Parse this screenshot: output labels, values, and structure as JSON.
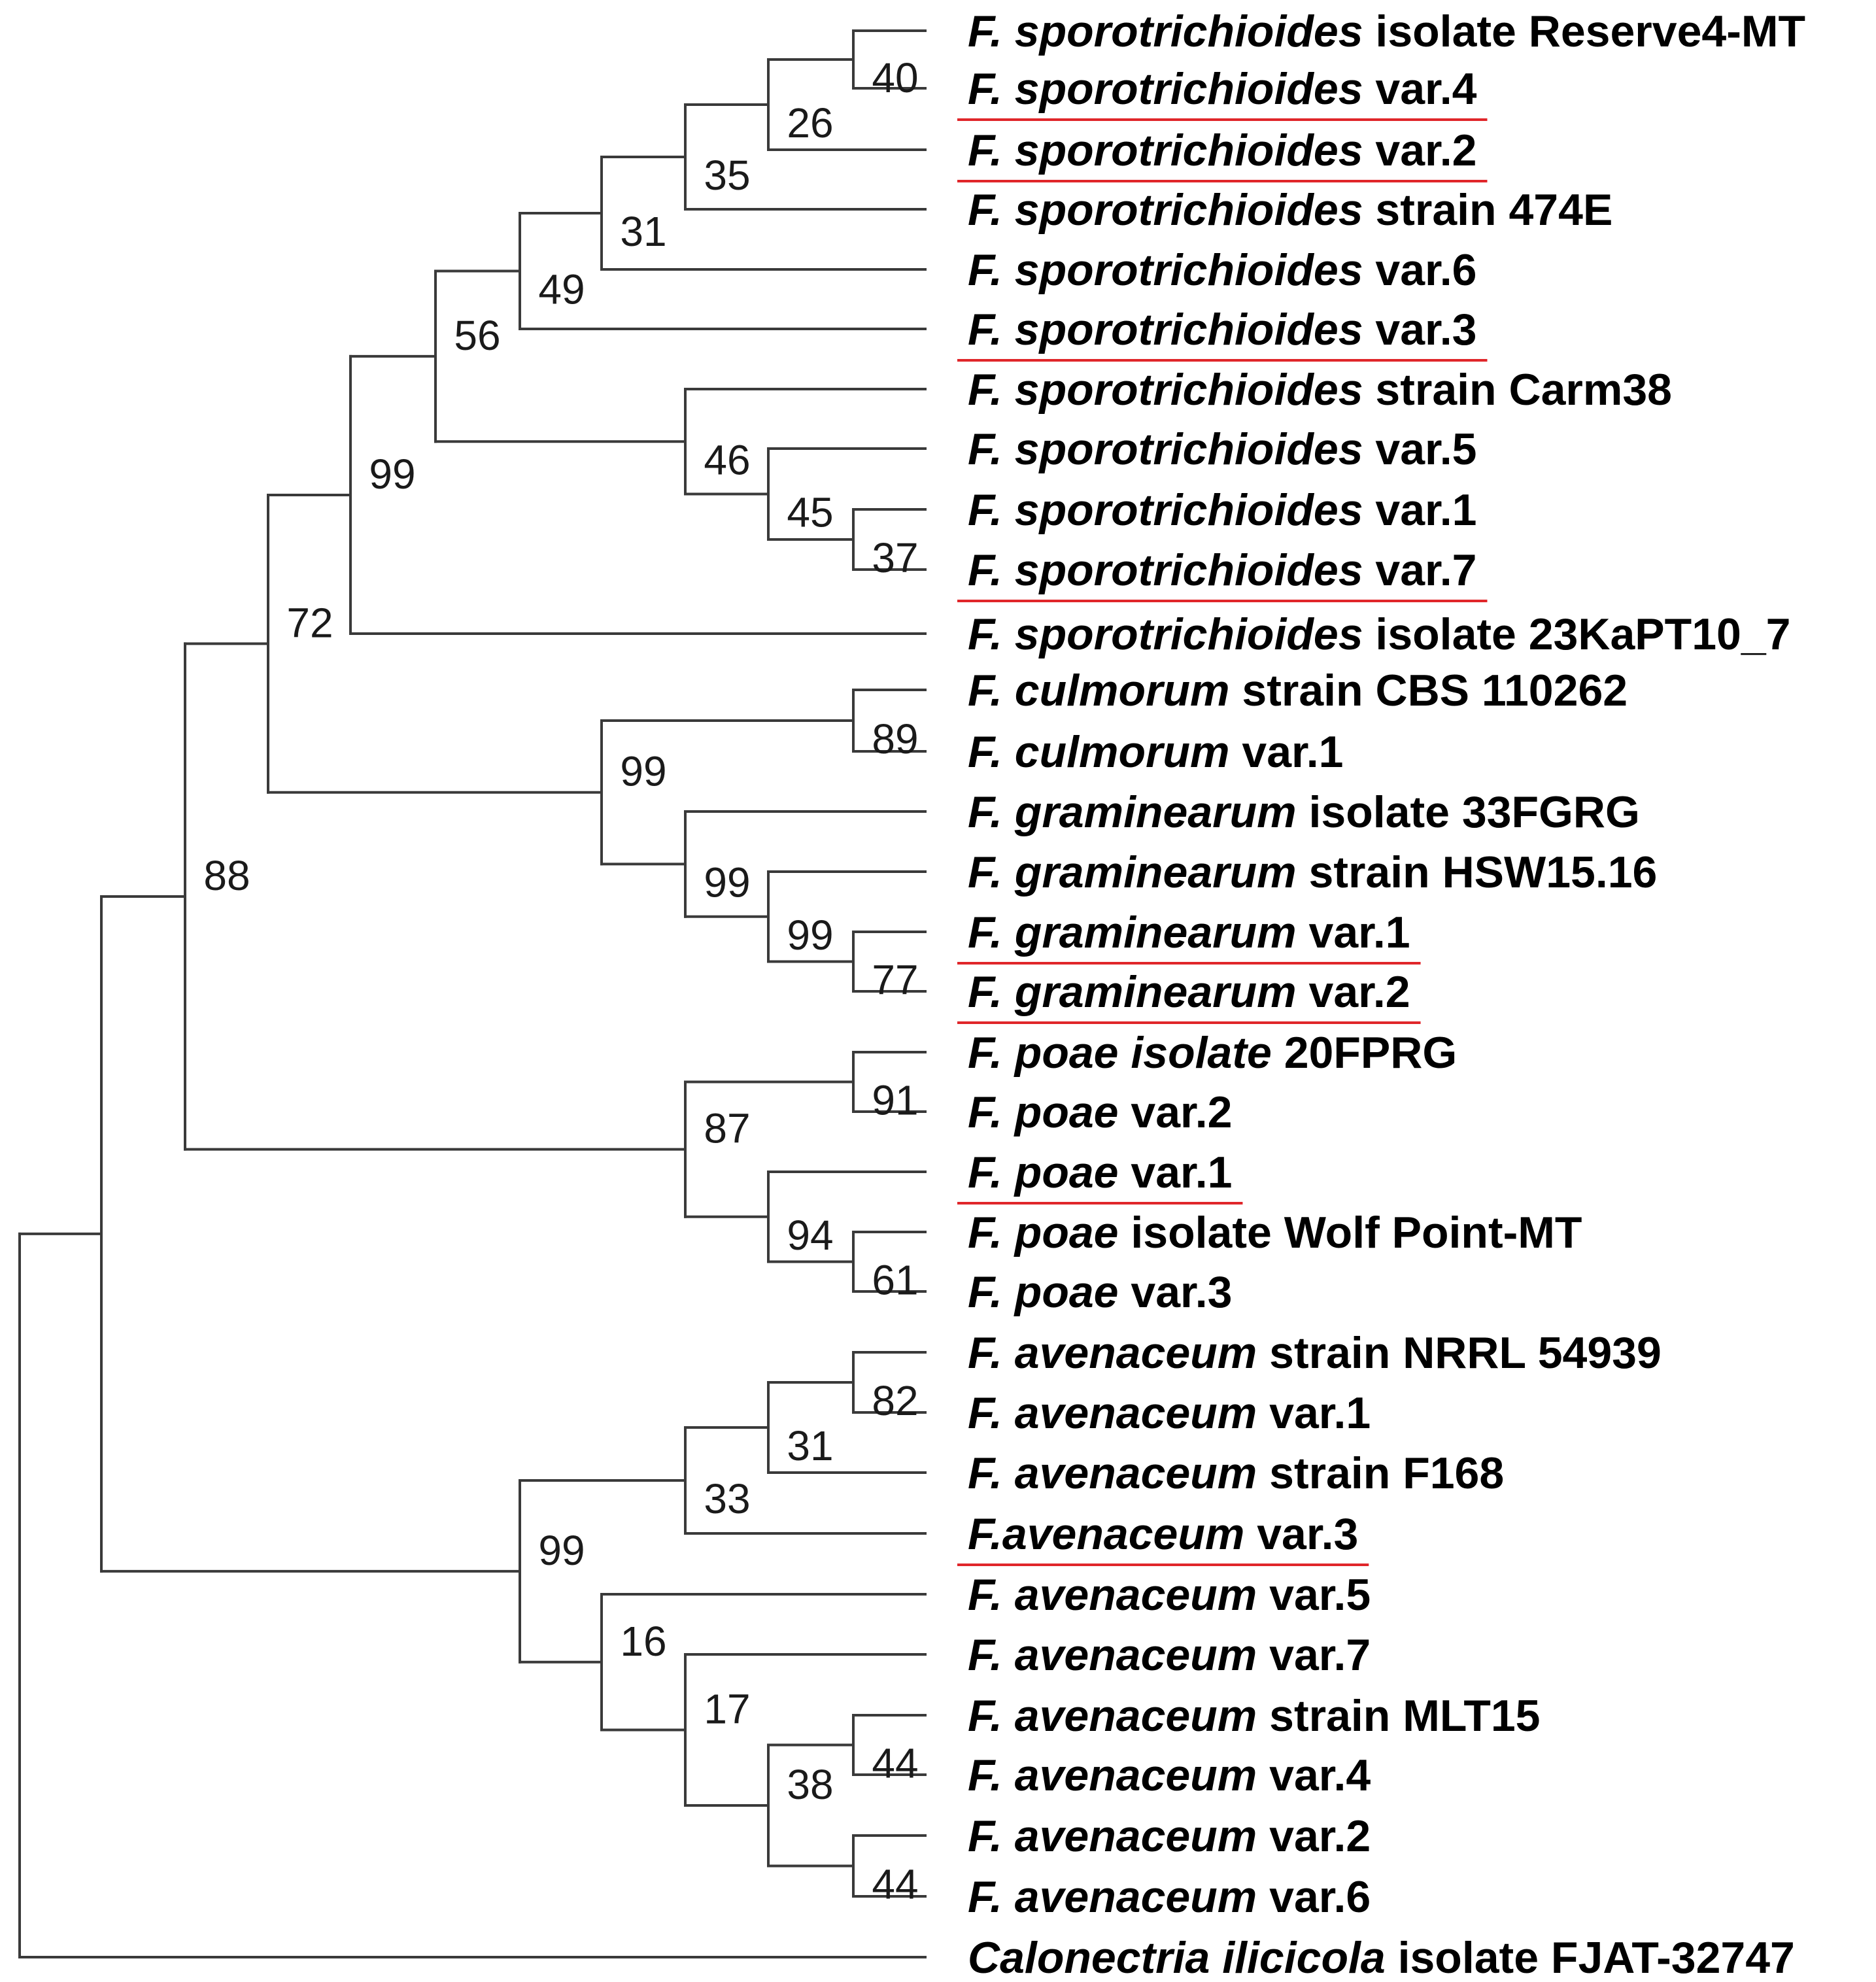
{
  "taxa": [
    {
      "id": "t1",
      "genus": "F. sporotrichioides",
      "rest": "isolate Reserve4-MT",
      "highlighted": false
    },
    {
      "id": "t2",
      "genus": "F. sporotrichioides",
      "rest": "var.4",
      "highlighted": true
    },
    {
      "id": "t3",
      "genus": "F. sporotrichioides",
      "rest": "var.2",
      "highlighted": true
    },
    {
      "id": "t4",
      "genus": "F. sporotrichioides",
      "rest": "strain 474E",
      "highlighted": false
    },
    {
      "id": "t5",
      "genus": "F. sporotrichioides",
      "rest": "var.6",
      "highlighted": false
    },
    {
      "id": "t6",
      "genus": "F. sporotrichioides",
      "rest": "var.3",
      "highlighted": true
    },
    {
      "id": "t7",
      "genus": "F. sporotrichioides",
      "rest": "strain Carm38",
      "highlighted": false
    },
    {
      "id": "t8",
      "genus": "F. sporotrichioides",
      "rest": "var.5",
      "highlighted": false
    },
    {
      "id": "t9",
      "genus": "F. sporotrichioides",
      "rest": "var.1",
      "highlighted": false
    },
    {
      "id": "t10",
      "genus": "F. sporotrichioides",
      "rest": "var.7",
      "highlighted": true
    },
    {
      "id": "t11",
      "genus": "F. sporotrichioides",
      "rest": "isolate 23KaPT10_7",
      "highlighted": false
    },
    {
      "id": "t12",
      "genus": "F. culmorum",
      "rest": "strain CBS 110262",
      "highlighted": false
    },
    {
      "id": "t13",
      "genus": "F. culmorum",
      "rest": "var.1",
      "highlighted": false
    },
    {
      "id": "t14",
      "genus": "F. graminearum",
      "rest": "isolate 33FGRG",
      "highlighted": false
    },
    {
      "id": "t15",
      "genus": "F. graminearum",
      "rest": "strain HSW15.16",
      "highlighted": false
    },
    {
      "id": "t16",
      "genus": "F. graminearum",
      "rest": "var.1",
      "highlighted": true
    },
    {
      "id": "t17",
      "genus": "F. graminearum",
      "rest": "var.2",
      "highlighted": true
    },
    {
      "id": "t18",
      "genus": "F. poae isolate",
      "rest": "20FPRG",
      "highlighted": false
    },
    {
      "id": "t19",
      "genus": "F. poae",
      "rest": "var.2",
      "highlighted": false
    },
    {
      "id": "t20",
      "genus": "F. poae",
      "rest": "var.1",
      "highlighted": true
    },
    {
      "id": "t21",
      "genus": "F. poae",
      "rest": "isolate Wolf Point-MT",
      "highlighted": false
    },
    {
      "id": "t22",
      "genus": "F. poae",
      "rest": "var.3",
      "highlighted": false
    },
    {
      "id": "t23",
      "genus": "F. avenaceum",
      "rest": "strain NRRL 54939",
      "highlighted": false
    },
    {
      "id": "t24",
      "genus": "F. avenaceum",
      "rest": "var.1",
      "highlighted": false
    },
    {
      "id": "t25",
      "genus": "F. avenaceum",
      "rest": "strain F168",
      "highlighted": false
    },
    {
      "id": "t26",
      "genus": "F.avenaceum",
      "rest": "var.3",
      "highlighted": true
    },
    {
      "id": "t27",
      "genus": "F. avenaceum",
      "rest": "var.5",
      "highlighted": false
    },
    {
      "id": "t28",
      "genus": "F. avenaceum",
      "rest": "var.7",
      "highlighted": false
    },
    {
      "id": "t29",
      "genus": "F. avenaceum",
      "rest": "strain MLT15",
      "highlighted": false
    },
    {
      "id": "t30",
      "genus": "F. avenaceum",
      "rest": "var.4",
      "highlighted": false
    },
    {
      "id": "t31",
      "genus": "F. avenaceum",
      "rest": "var.2",
      "highlighted": false
    },
    {
      "id": "t32",
      "genus": "F. avenaceum",
      "rest": "var.6",
      "highlighted": false
    },
    {
      "id": "t33",
      "genus": "Calonectria ilicicola",
      "rest": "isolate FJAT-32747",
      "highlighted": false
    }
  ],
  "bootstrap": {
    "n_avrest": "44",
    "n_av26": "44",
    "n_avsub": "38",
    "n_av17": "17",
    "n_av16": "16",
    "n_av82": "82",
    "n_av31": "31",
    "n_av33": "33",
    "n_av99": "99",
    "n_p61": "61",
    "n_p94": "94",
    "n_p91": "91",
    "n_p87": "87",
    "n_g77": "77",
    "n_g99a": "99",
    "n_g99b": "99",
    "n_c89": "89",
    "n_cg99": "99",
    "n_s40": "40",
    "n_s26": "26",
    "n_s35": "35",
    "n_s31": "31",
    "n_s49": "49",
    "n_s37": "37",
    "n_s45": "45",
    "n_s46": "46",
    "n_s56": "56",
    "n_s99": "99",
    "n_72": "72",
    "n_88": "88"
  },
  "colors": {
    "branch": "#3a3a3a",
    "highlight_underline": "#e0262a",
    "text": "#000000"
  }
}
